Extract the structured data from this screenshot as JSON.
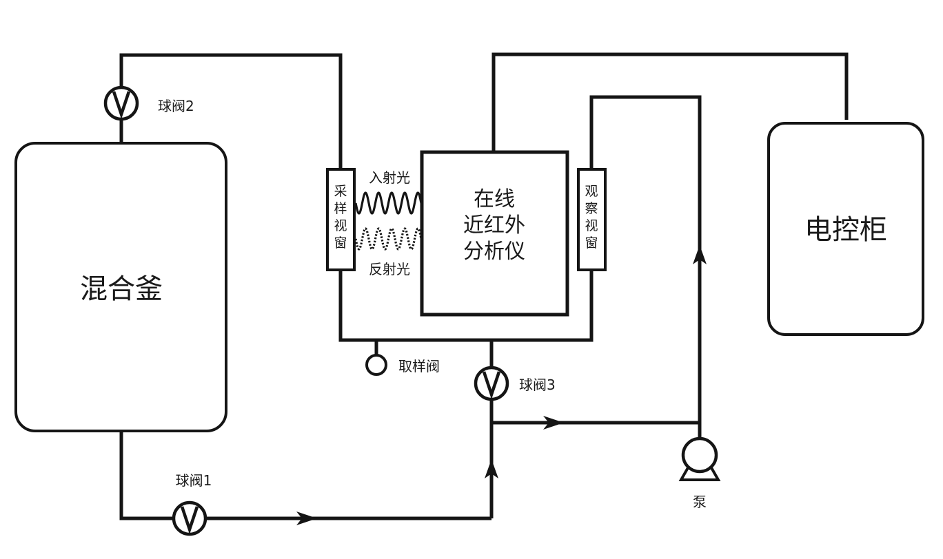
{
  "nodes": {
    "tank": "混合釜",
    "cabinet": "电控柜",
    "analyzer": [
      "在线",
      "近红外",
      "分析仪"
    ],
    "sampling_window": [
      "采",
      "样",
      "视",
      "窗"
    ],
    "observation_window": [
      "观",
      "察",
      "视",
      "窗"
    ],
    "pump": "泵"
  },
  "valves": {
    "v1": "球阀1",
    "v2": "球阀2",
    "v3": "球阀3",
    "sample": "取样阀"
  },
  "light": {
    "incident": "入射光",
    "reflected": "反射光"
  }
}
